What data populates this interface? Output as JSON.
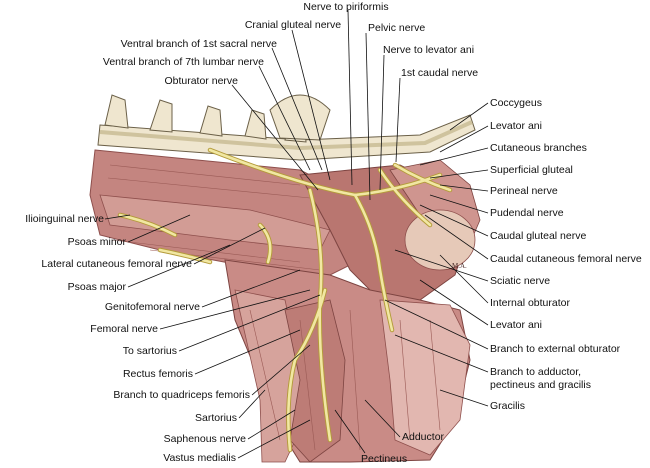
{
  "colors": {
    "muscle": "#c98b86",
    "muscle_dark": "#8e4f4c",
    "muscle_light": "#e2b7b0",
    "nerve": "#f1e7a2",
    "nerve_stroke": "#b49b3a",
    "bone": "#efe6cf",
    "bone_stroke": "#6b6048",
    "leader": "#111111"
  },
  "icons": {
    "artist_monogram": "monogram"
  },
  "signature": "M.A.",
  "labels_top": [
    "Nerve to piriformis",
    "Cranial gluteal nerve",
    "Pelvic nerve",
    "Ventral branch of 1st sacral nerve",
    "Nerve to levator ani",
    "Ventral branch of 7th lumbar nerve",
    "1st caudal nerve",
    "Obturator nerve"
  ],
  "labels_right": [
    "Coccygeus",
    "Levator ani",
    "Cutaneous branches",
    "Superficial gluteal",
    "Perineal nerve",
    "Pudendal nerve",
    "Caudal gluteal nerve",
    "Caudal cutaneous femoral nerve",
    "Sciatic nerve",
    "Internal obturator",
    "Levator ani",
    "Branch to external obturator",
    "Branch to adductor,",
    "pectineus and gracilis",
    "Gracilis",
    "Adductor",
    "Pectineus"
  ],
  "labels_left": [
    "Ilioinguinal nerve",
    "Psoas minor",
    "Lateral cutaneous femoral nerve",
    "Psoas major",
    "Genitofemoral nerve",
    "Femoral nerve",
    "To sartorius",
    "Rectus femoris",
    "Branch to quadriceps femoris",
    "Sartorius",
    "Saphenous nerve",
    "Vastus medialis"
  ]
}
